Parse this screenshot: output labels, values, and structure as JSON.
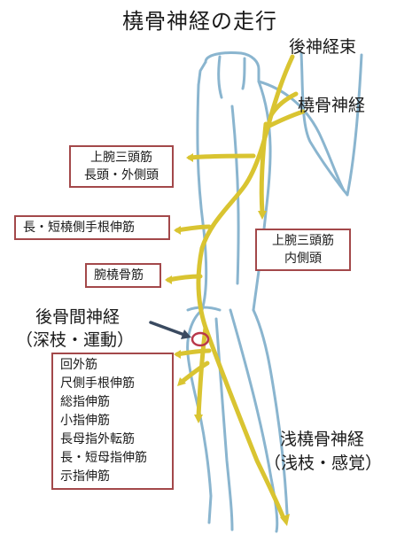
{
  "title": "橈骨神経の走行",
  "labels": {
    "posterior_cord": "後神経束",
    "radial_nerve": "橈骨神経",
    "posterior_interosseous_line1": "後骨間神経",
    "posterior_interosseous_line2": "（深枝・運動）",
    "superficial_line1": "浅橈骨神経",
    "superficial_line2": "（浅枝・感覚）"
  },
  "boxes": {
    "triceps_long_lateral": [
      "上腕三頭筋",
      "長頭・外側頭"
    ],
    "extensor_carpi_radialis": [
      "長・短橈側手根伸筋"
    ],
    "brachioradialis": [
      "腕橈骨筋"
    ],
    "triceps_medial": [
      "上腕三頭筋",
      "内側頭"
    ],
    "forearm_extensors": [
      "回外筋",
      "尺側手根伸筋",
      "総指伸筋",
      "小指伸筋",
      "長母指外転筋",
      "長・短母指伸筋",
      "示指伸筋"
    ]
  },
  "colors": {
    "nerve": "#d9c431",
    "arm_outline": "#8ab5cf",
    "box_border": "#a3484a",
    "marker": "#b8374a",
    "pointer": "#3a4a60"
  }
}
